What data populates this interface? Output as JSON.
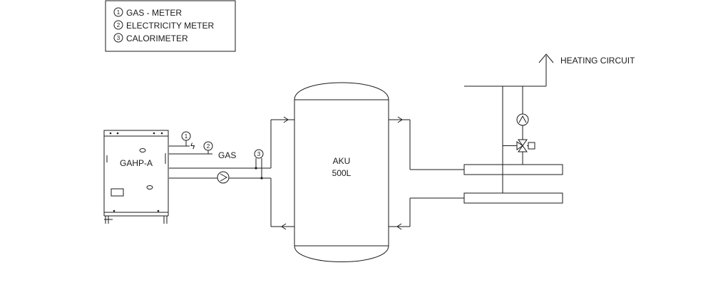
{
  "legend": {
    "items": [
      {
        "num": "1",
        "text": "GAS - METER"
      },
      {
        "num": "2",
        "text": "ELECTRICITY METER"
      },
      {
        "num": "3",
        "text": "CALORIMETER"
      }
    ]
  },
  "unit": {
    "label": "GAHP-A"
  },
  "gas": {
    "label": "GAS"
  },
  "tank": {
    "line1": "AKU",
    "line2": "500L"
  },
  "heating": {
    "label": "HEATING CIRCUIT"
  },
  "markers": {
    "m1": "1",
    "m2": "2",
    "m3": "3"
  },
  "icons": {
    "bolt": "ϟ"
  }
}
